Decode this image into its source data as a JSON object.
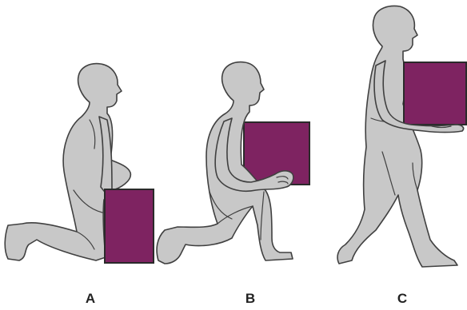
{
  "figure": {
    "labels": [
      "A",
      "B",
      "C"
    ]
  },
  "colors": {
    "body": "#c8c8c8",
    "outline": "#404040",
    "box": "#7e2361",
    "background": "#ffffff"
  }
}
